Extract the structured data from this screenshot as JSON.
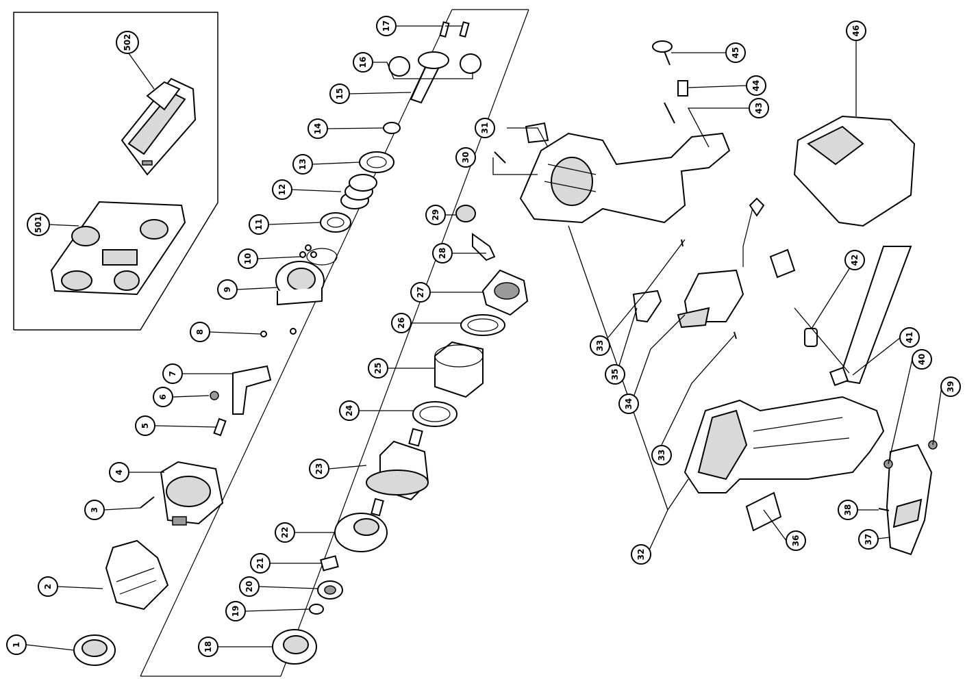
{
  "labels": {
    "p1": "1",
    "p2": "2",
    "p3": "3",
    "p4": "4",
    "p5": "5",
    "p6": "6",
    "p7": "7",
    "p8": "8",
    "p9": "9",
    "p10": "10",
    "p11": "11",
    "p12": "12",
    "p13": "13",
    "p14": "14",
    "p15": "15",
    "p16": "16",
    "p17": "17",
    "p18": "18",
    "p19": "19",
    "p20": "20",
    "p21": "21",
    "p22": "22",
    "p23": "23",
    "p24": "24",
    "p25": "25",
    "p26": "26",
    "p27": "27",
    "p28": "28",
    "p29": "29",
    "p30": "30",
    "p31": "31",
    "p32": "32",
    "p33a": "33",
    "p33b": "33",
    "p34": "34",
    "p35": "35",
    "p36": "36",
    "p37": "37",
    "p38": "38",
    "p39": "39",
    "p40": "40",
    "p41": "41",
    "p42": "42",
    "p43": "43",
    "p44": "44",
    "p45": "45",
    "p46": "46",
    "p501": "501",
    "p502": "502"
  }
}
